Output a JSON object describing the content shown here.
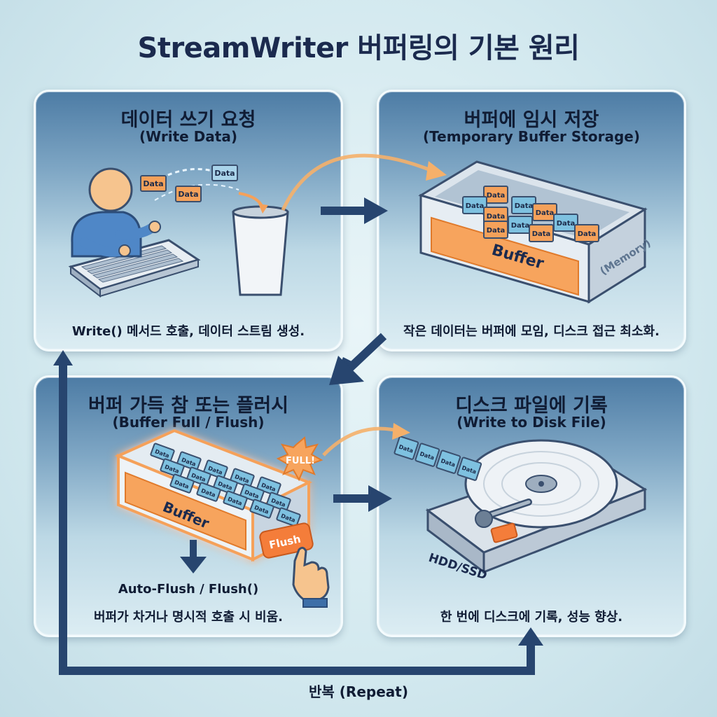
{
  "title": "StreamWriter 버퍼링의 기본 원리",
  "panels": [
    {
      "title": "데이터 쓰기 요청",
      "subtitle": "(Write Data)",
      "description": "Write() 메서드 호출, 데이터 스트림 생성."
    },
    {
      "title": "버퍼에 임시 저장",
      "subtitle": "(Temporary Buffer Storage)",
      "description": "작은 데이터는 버퍼에 모임, 디스크 접근 최소화.",
      "buffer_label": "Buffer",
      "memory_label": "(Memory)"
    },
    {
      "title": "버퍼 가득 참 또는 플러시",
      "subtitle": "(Buffer Full / Flush)",
      "description": "버퍼가 차거나 명시적 호출 시 비움.",
      "buffer_label": "Buffer",
      "full_badge": "FULL!",
      "flush_button": "Flush",
      "autoflush_label": "Auto-Flush / Flush()"
    },
    {
      "title": "디스크 파일에 기록",
      "subtitle": "(Write to Disk File)",
      "description": "한 번에 디스크에 기록, 성능 향상.",
      "drive_label": "HDD/SSD"
    }
  ],
  "data_chip_label": "Data",
  "repeat_label": "반복 (Repeat)",
  "colors": {
    "orange": "#f5a15a",
    "blue": "#7ec1e0",
    "navy": "#27456f"
  }
}
